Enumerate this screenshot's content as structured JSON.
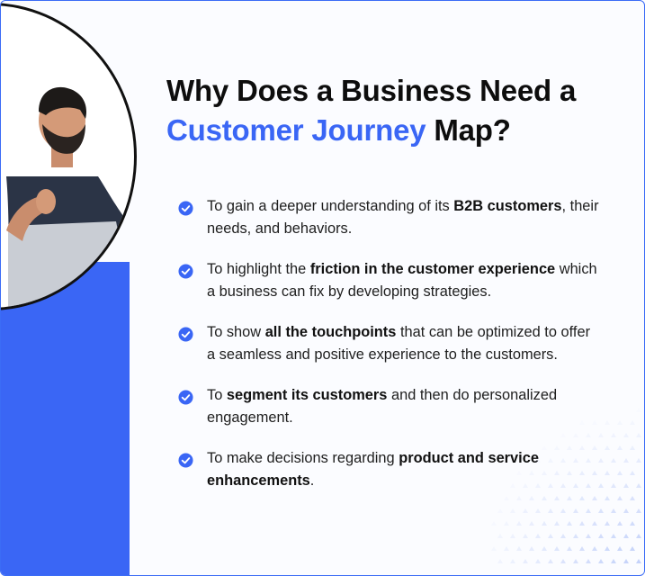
{
  "title": {
    "line1": "Why Does a Business Need a",
    "accent": "Customer Journey",
    "rest": " Map?"
  },
  "colors": {
    "accent": "#3a66f5",
    "text": "#1e1e1e",
    "heading": "#0d0d0d"
  },
  "bullets": [
    {
      "parts": [
        {
          "t": "To gain a deeper understanding of its "
        },
        {
          "t": "B2B customers",
          "b": true
        },
        {
          "t": ", their needs, and behaviors."
        }
      ]
    },
    {
      "parts": [
        {
          "t": "To highlight the "
        },
        {
          "t": "friction in the customer experience",
          "b": true
        },
        {
          "t": " which a business can fix by developing strategies."
        }
      ]
    },
    {
      "parts": [
        {
          "t": "To show "
        },
        {
          "t": "all the touchpoints",
          "b": true
        },
        {
          "t": " that can be optimized to offer a seamless and positive experience to the customers."
        }
      ]
    },
    {
      "parts": [
        {
          "t": "To "
        },
        {
          "t": "segment its customers",
          "b": true
        },
        {
          "t": " and then do personalized engagement."
        }
      ]
    },
    {
      "parts": [
        {
          "t": "To make decisions regarding "
        },
        {
          "t": "product and service enhancements",
          "b": true
        },
        {
          "t": "."
        }
      ]
    }
  ],
  "icons": {
    "bullet": "check-circle-icon"
  }
}
